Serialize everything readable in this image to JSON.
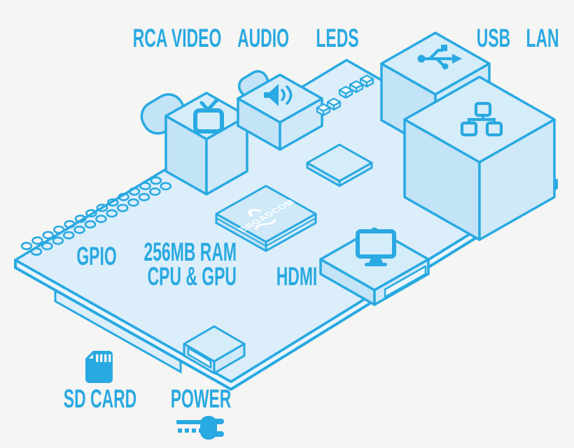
{
  "diagram": {
    "type": "annotated-isometric-board",
    "labels": {
      "rca_video": "RCA VIDEO",
      "audio": "AUDIO",
      "leds": "LEDS",
      "usb": "USB",
      "lan": "LAN",
      "gpio": "GPIO",
      "memory": "256MB RAM",
      "cpu": "CPU & GPU",
      "hdmi": "HDMI",
      "sd_card": "SD CARD",
      "power": "POWER"
    },
    "chip_brand": "BROADCOM",
    "icons": [
      "tv-icon",
      "speaker-icon",
      "usb-trident-icon",
      "lan-network-icon",
      "monitor-icon",
      "sd-card-icon",
      "power-plug-icon"
    ],
    "colors": {
      "accent": "#29a9e1",
      "background": "#f5f5f4",
      "board_top": "#dceefa",
      "board_rim": "#eaf5fc",
      "face_top": "#d5ecf9",
      "face_left": "#c3e3f6",
      "face_right": "#cfe9f8",
      "led_top": "#f4fafe",
      "chip_text": "#ffffff"
    }
  }
}
